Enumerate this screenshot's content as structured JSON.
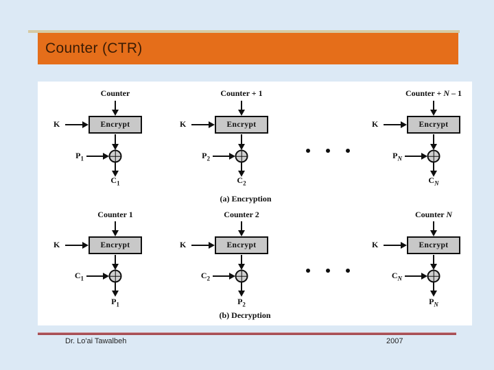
{
  "title": "Counter (CTR)",
  "footer": {
    "author": "Dr. Lo'ai Tawalbeh",
    "year": "2007"
  },
  "colors": {
    "page_bg": "#dce9f5",
    "header_bg": "#e56e1a",
    "header_strip": "#d5caa4",
    "title_ink": "#3a1c05",
    "panel": "#ffffff",
    "ink": "#0f0f0f",
    "box_fill": "#c8c8c8",
    "footer_line": "#a84e54",
    "footer_ink": "#1f1f1f"
  },
  "diagram": {
    "key_label": "K",
    "box_label": "Encrypt",
    "encryption": {
      "caption": "(a) Encryption",
      "columns": [
        {
          "counter_pre": "Counter",
          "counter_italic": "",
          "counter_post": "",
          "input_base": "P",
          "input_sub": "1",
          "output_base": "C",
          "output_sub": "1"
        },
        {
          "counter_pre": "Counter + 1",
          "counter_italic": "",
          "counter_post": "",
          "input_base": "P",
          "input_sub": "2",
          "output_base": "C",
          "output_sub": "2"
        },
        {
          "counter_pre": "Counter + ",
          "counter_italic": "N",
          "counter_post": " – 1",
          "input_base": "P",
          "input_sub": "N",
          "output_base": "C",
          "output_sub": "N"
        }
      ]
    },
    "decryption": {
      "caption": "(b) Decryption",
      "columns": [
        {
          "counter_pre": "Counter 1",
          "counter_italic": "",
          "counter_post": "",
          "input_base": "C",
          "input_sub": "1",
          "output_base": "P",
          "output_sub": "1"
        },
        {
          "counter_pre": "Counter 2",
          "counter_italic": "",
          "counter_post": "",
          "input_base": "C",
          "input_sub": "2",
          "output_base": "P",
          "output_sub": "2"
        },
        {
          "counter_pre": "Counter ",
          "counter_italic": "N",
          "counter_post": "",
          "input_base": "C",
          "input_sub": "N",
          "output_base": "P",
          "output_sub": "N"
        }
      ]
    }
  }
}
